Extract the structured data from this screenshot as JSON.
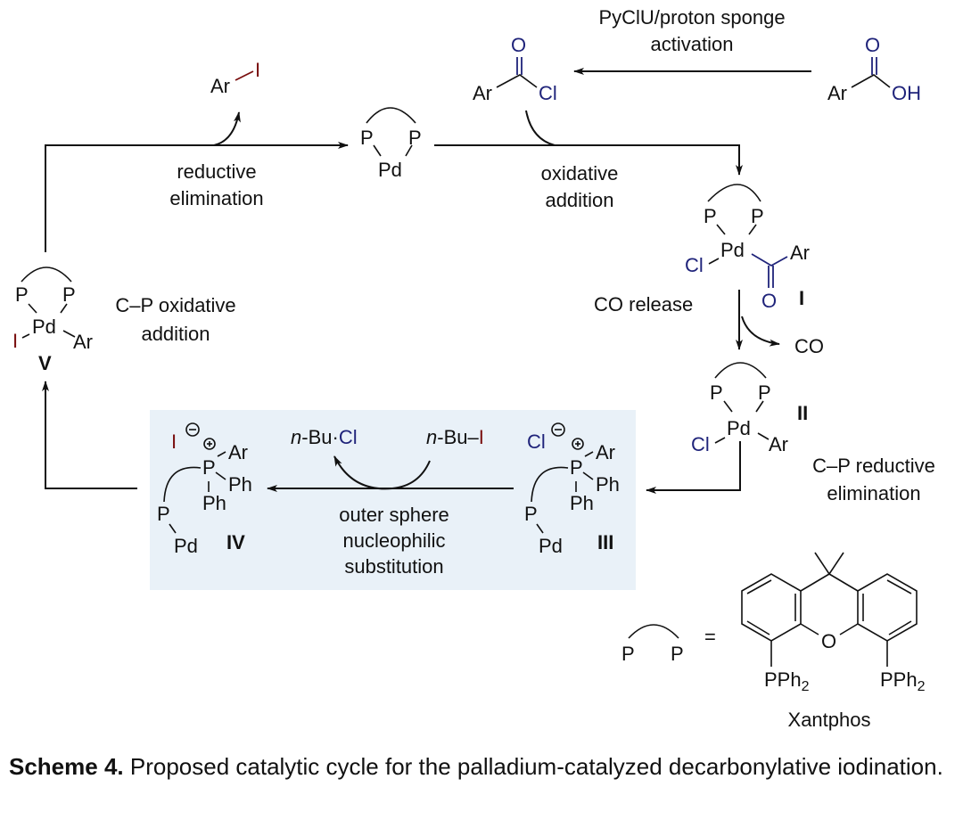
{
  "reagent": {
    "line1": "PyClU/proton sponge",
    "line2": "activation"
  },
  "acid": {
    "ar": "Ar",
    "o": "O",
    "oh": "OH"
  },
  "acyl_chloride": {
    "ar": "Ar",
    "o": "O",
    "cl": "Cl"
  },
  "product": {
    "ar": "Ar",
    "i": "I"
  },
  "pd0": {
    "p1": "P",
    "p2": "P",
    "pd": "Pd"
  },
  "steps": {
    "reductive_elimination": [
      "reductive",
      "elimination"
    ],
    "oxidative_addition": [
      "oxidative",
      "addition"
    ],
    "co_release": "CO release",
    "co": "CO",
    "cp_reductive": [
      "C–P reductive",
      "elimination"
    ],
    "cp_oxidative": [
      "C–P oxidative",
      "addition"
    ],
    "outer_sphere": [
      "outer sphere",
      "nucleophilic",
      "substitution"
    ],
    "nbu_cl_prefix": "n",
    "nbu_cl_mid": "-Bu·",
    "nbu_cl_cl": "Cl",
    "nbu_i_prefix": "n",
    "nbu_i_mid": "-Bu–",
    "nbu_i_i": "I"
  },
  "complex_I": {
    "label": "I",
    "p1": "P",
    "p2": "P",
    "pd": "Pd",
    "cl": "Cl",
    "ar": "Ar",
    "o": "O"
  },
  "complex_II": {
    "label": "II",
    "p1": "P",
    "p2": "P",
    "pd": "Pd",
    "cl": "Cl",
    "ar": "Ar"
  },
  "complex_III": {
    "label": "III",
    "anion": "Cl",
    "ar": "Ar",
    "p": "P",
    "ph1": "Ph",
    "ph2": "Ph",
    "p2": "P",
    "pd": "Pd"
  },
  "complex_IV": {
    "label": "IV",
    "anion": "I",
    "ar": "Ar",
    "p": "P",
    "ph1": "Ph",
    "ph2": "Ph",
    "p2": "P",
    "pd": "Pd"
  },
  "complex_V": {
    "label": "V",
    "p1": "P",
    "p2": "P",
    "pd": "Pd",
    "i": "I",
    "ar": "Ar"
  },
  "legend": {
    "p1": "P",
    "p2": "P",
    "equals": "=",
    "o": "O",
    "pph2_left": "PPh",
    "pph2_right": "PPh",
    "sub": "2",
    "name": "Xantphos"
  },
  "caption": {
    "bold": "Scheme 4.",
    "text": " Proposed catalytic cycle for the palladium-catalyzed decarbonylative iodination."
  },
  "colors": {
    "highlight_box": "#e9f1f8",
    "chlorine": "#1f237a",
    "iodine": "#7a1010"
  }
}
